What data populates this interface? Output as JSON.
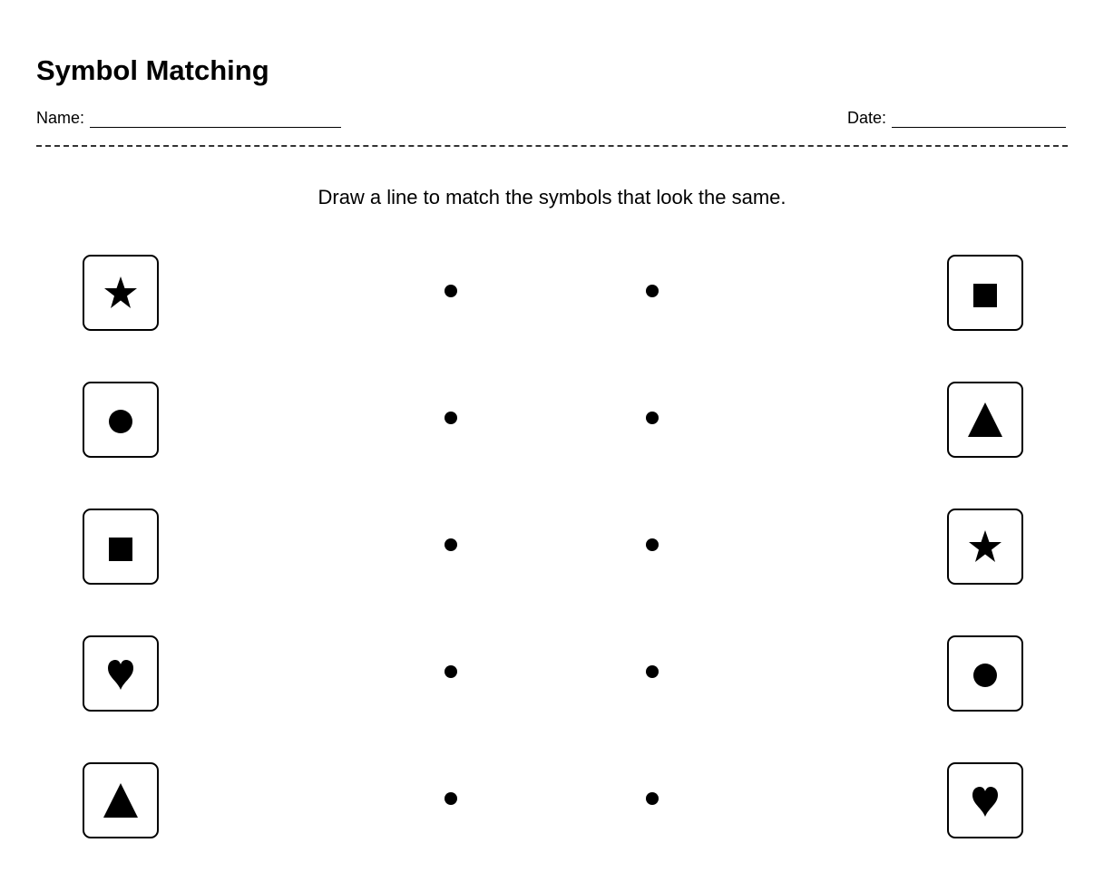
{
  "worksheet": {
    "title": "Symbol Matching",
    "name_label": "Name:",
    "date_label": "Date:",
    "instructions": "Draw a line to match the symbols that look the same."
  },
  "left_column": [
    {
      "symbol": "star"
    },
    {
      "symbol": "circle"
    },
    {
      "symbol": "square"
    },
    {
      "symbol": "heart"
    },
    {
      "symbol": "triangle"
    }
  ],
  "right_column": [
    {
      "symbol": "square"
    },
    {
      "symbol": "triangle"
    },
    {
      "symbol": "star"
    },
    {
      "symbol": "circle"
    },
    {
      "symbol": "heart"
    }
  ],
  "colors": {
    "ink": "#000000",
    "background": "#ffffff"
  }
}
